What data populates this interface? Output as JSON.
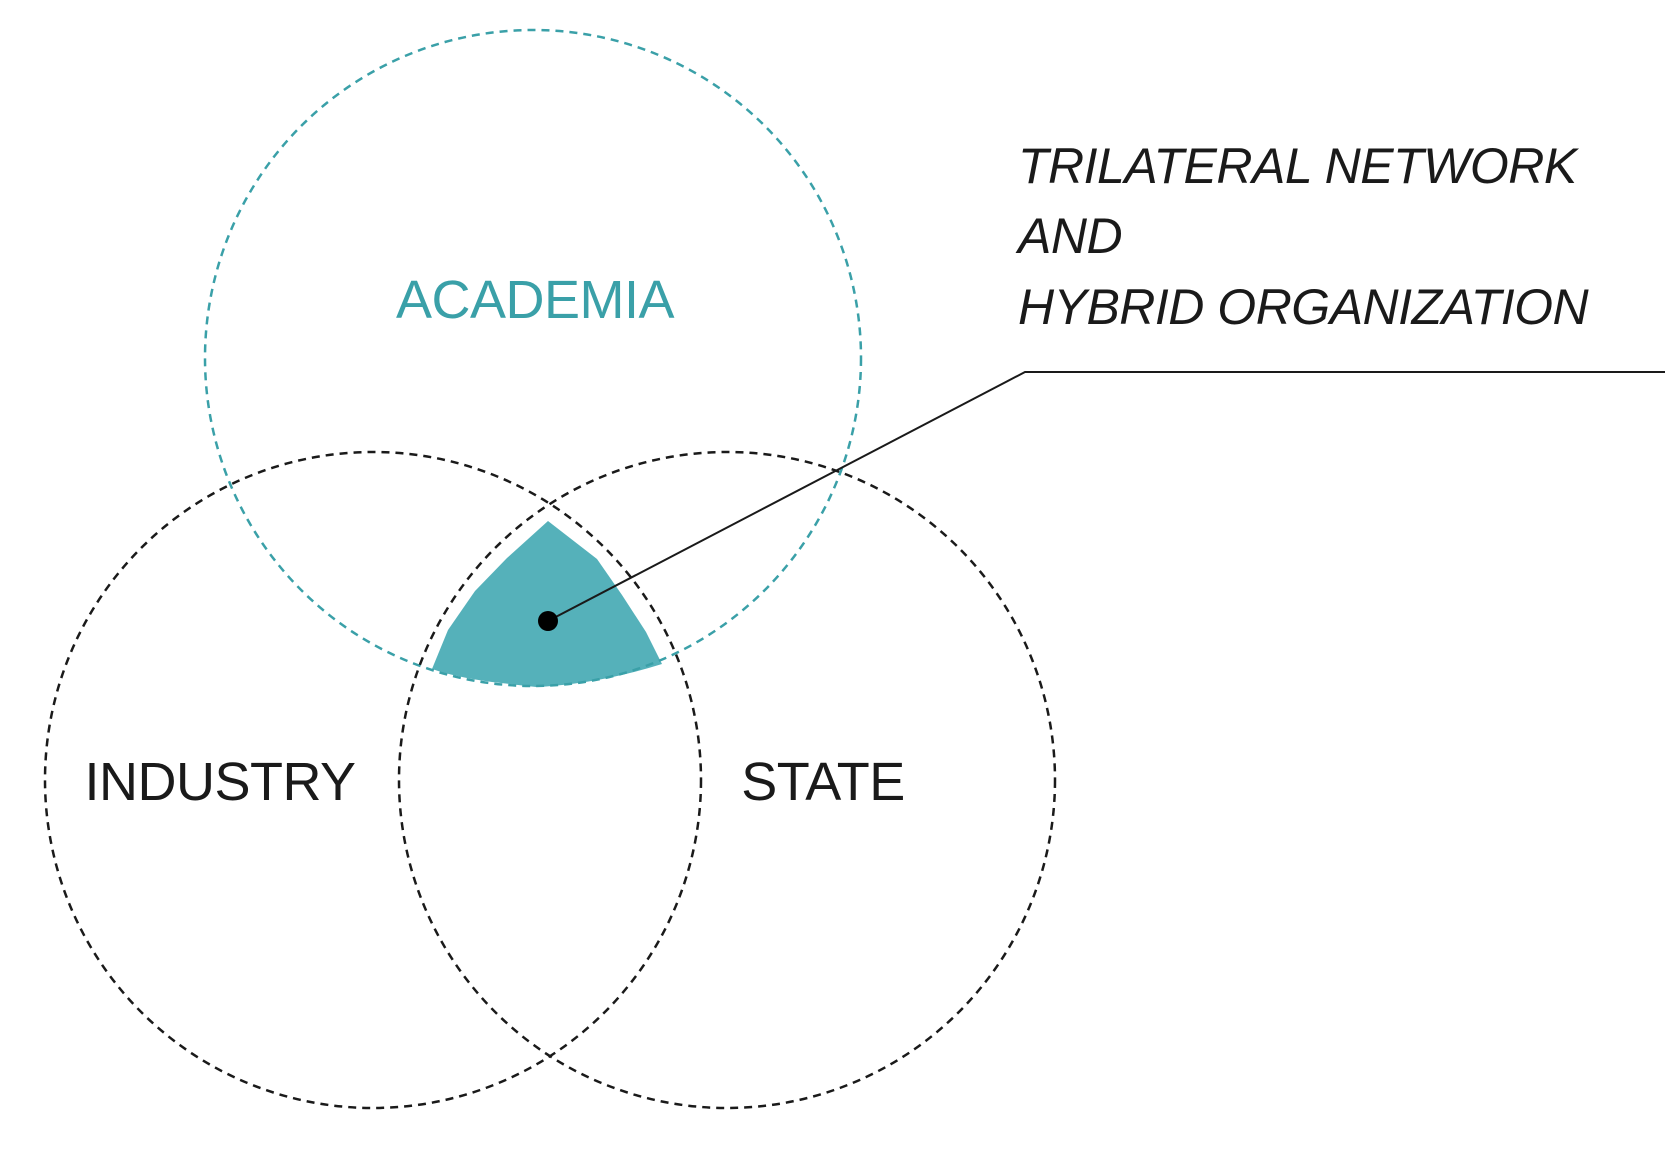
{
  "diagram": {
    "sets": {
      "academia": {
        "label": "ACADEMIA",
        "color": "#3aa0a8",
        "line_style": "dashed"
      },
      "industry": {
        "label": "INDUSTRY",
        "color": "#1a1a1a",
        "line_style": "dashed"
      },
      "state": {
        "label": "STATE",
        "color": "#1a1a1a",
        "line_style": "dashed"
      }
    },
    "intersection": {
      "fill_color": "#55b1ba",
      "callout": {
        "line1": "TRILATERAL NETWORK",
        "line2": "AND",
        "line3": "HYBRID ORGANIZATION"
      }
    }
  }
}
